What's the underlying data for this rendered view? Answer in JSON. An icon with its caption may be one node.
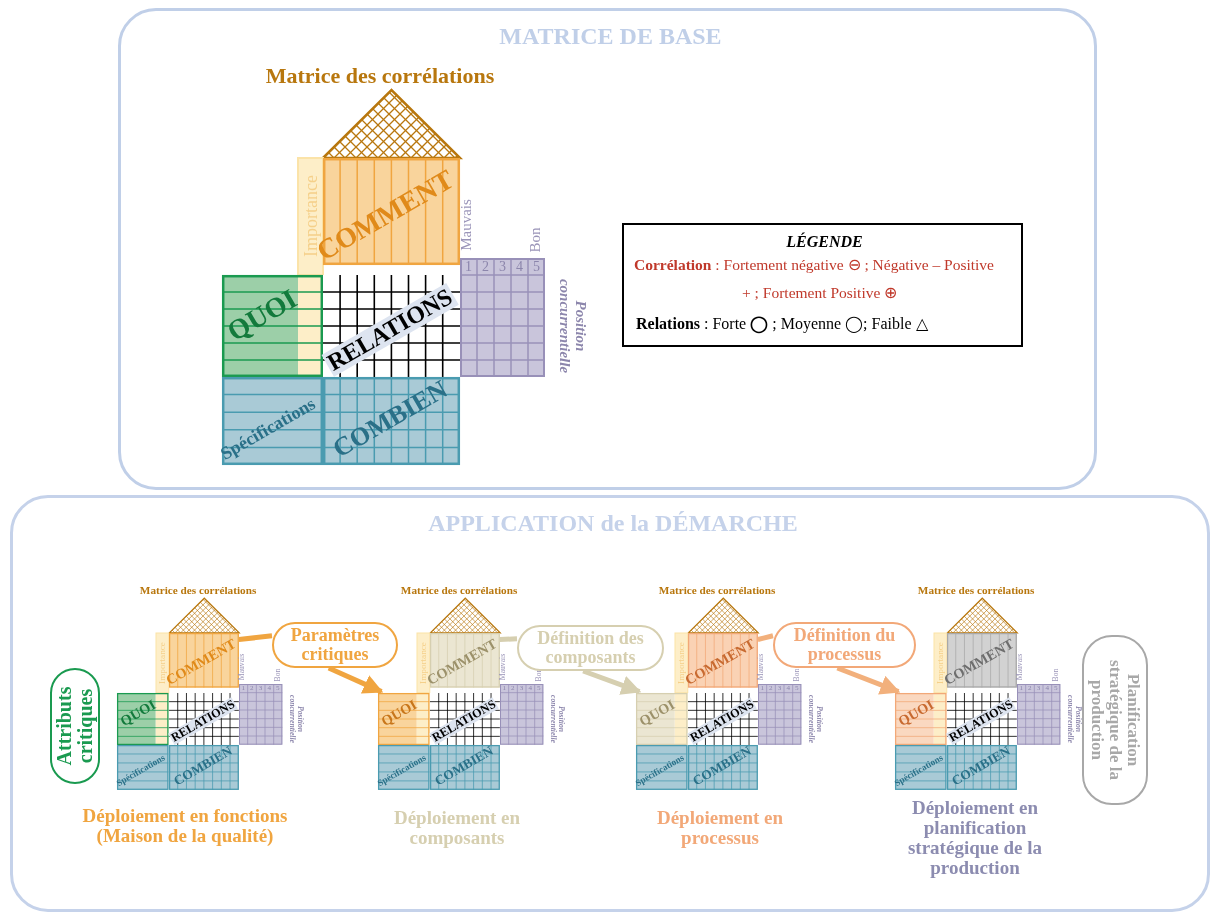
{
  "diagram": {
    "nodes": [
      {
        "text": [
          "MATRICE DE BASE"
        ]
      },
      {
        "text": [
          "Matrice des corrélations"
        ],
        "in": 0
      },
      {
        "text": [
          "Importance"
        ],
        "in": 0
      },
      {
        "text": [
          "COMMENT"
        ],
        "in": 0
      },
      {
        "text": [
          "Mauvais",
          "Bon",
          "1",
          "2",
          "3",
          "4",
          "5",
          "Position concurrentielle"
        ],
        "in": 0
      },
      {
        "text": [
          "QUOI"
        ],
        "in": 0
      },
      {
        "text": [
          "RELATIONS"
        ],
        "in": 0
      },
      {
        "text": [
          "Spécifications"
        ],
        "in": 0
      },
      {
        "text": [
          "COMBIEN"
        ],
        "in": 0
      },
      {
        "text": [
          "LÉGENDE",
          "**Corrélation** : Fortement négative ⊖ ; Négative – Positive + ; Fortement Positive ⊕",
          "**Relations** : Forte **◯** ; Moyenne ◯; Faible △"
        ],
        "in": 0
      },
      {
        "text": [
          "APPLICATION de la DÉMARCHE"
        ]
      },
      {
        "text": [
          "Matrice des corrélations"
        ],
        "in": 10
      },
      {
        "text": [
          "Importance"
        ],
        "in": 10
      },
      {
        "text": [
          "COMMENT"
        ],
        "in": 10
      },
      {
        "text": [
          "Mauvais",
          "Bon",
          "1",
          "2",
          "3",
          "4",
          "5",
          "Position concurrentielle"
        ],
        "in": 10
      },
      {
        "text": [
          "QUOI"
        ],
        "in": 10
      },
      {
        "text": [
          "RELATIONS"
        ],
        "in": 10
      },
      {
        "text": [
          "Spécifications"
        ],
        "in": 10
      },
      {
        "text": [
          "COMBIEN"
        ],
        "in": 10
      },
      {
        "text": [
          "Matrice des corrélations"
        ],
        "in": 10
      },
      {
        "text": [
          "Importance"
        ],
        "in": 10
      },
      {
        "text": [
          "COMMENT"
        ],
        "in": 10
      },
      {
        "text": [
          "Mauvais",
          "Bon",
          "1",
          "2",
          "3",
          "4",
          "5",
          "Position concurrentielle"
        ],
        "in": 10
      },
      {
        "text": [
          "QUOI"
        ],
        "in": 10
      },
      {
        "text": [
          "RELATIONS"
        ],
        "in": 10
      },
      {
        "text": [
          "Spécifications"
        ],
        "in": 10
      },
      {
        "text": [
          "COMBIEN"
        ],
        "in": 10
      },
      {
        "text": [
          "Matrice des corrélations"
        ],
        "in": 10
      },
      {
        "text": [
          "Importance"
        ],
        "in": 10
      },
      {
        "text": [
          "COMMENT"
        ],
        "in": 10
      },
      {
        "text": [
          "Mauvais",
          "Bon",
          "1",
          "2",
          "3",
          "4",
          "5",
          "Position concurrentielle"
        ],
        "in": 10
      },
      {
        "text": [
          "QUOI"
        ],
        "in": 10
      },
      {
        "text": [
          "RELATIONS"
        ],
        "in": 10
      },
      {
        "text": [
          "Spécifications"
        ],
        "in": 10
      },
      {
        "text": [
          "COMBIEN"
        ],
        "in": 10
      },
      {
        "text": [
          "Matrice des corrélations"
        ],
        "in": 10
      },
      {
        "text": [
          "Importance"
        ],
        "in": 10
      },
      {
        "text": [
          "COMMENT"
        ],
        "in": 10
      },
      {
        "text": [
          "Mauvais",
          "Bon",
          "1",
          "2",
          "3",
          "4",
          "5",
          "Position concurrentielle"
        ],
        "in": 10
      },
      {
        "text": [
          "QUOI"
        ],
        "in": 10
      },
      {
        "text": [
          "RELATIONS"
        ],
        "in": 10
      },
      {
        "text": [
          "Spécifications"
        ],
        "in": 10
      },
      {
        "text": [
          "COMBIEN"
        ],
        "in": 10
      },
      {
        "text": [
          "Attributs critiques"
        ],
        "in": 10
      },
      {
        "text": [
          "Paramètres critiques"
        ],
        "in": 10
      },
      {
        "text": [
          "Définition des composants"
        ],
        "in": 10
      },
      {
        "text": [
          "Définition du processus"
        ],
        "in": 10
      },
      {
        "text": [
          "Planification stratégique de la production"
        ],
        "in": 10
      }
    ],
    "edges": [
      {
        "from": 13,
        "to": 44,
        "arrow": "none",
        "color": "#f0a540"
      },
      {
        "from": 44,
        "to": 23,
        "arrow": "to",
        "color": "#f0a540"
      },
      {
        "from": 21,
        "to": 45,
        "arrow": "none",
        "color": "#d6cfb0"
      },
      {
        "from": 45,
        "to": 31,
        "arrow": "to",
        "color": "#d6cfb0"
      },
      {
        "from": 29,
        "to": 46,
        "arrow": "none",
        "color": "#f2b07c"
      },
      {
        "from": 46,
        "to": 39,
        "arrow": "to",
        "color": "#f2b07c"
      }
    ],
    "labels": [
      "Déploiement en fonctions (Maison de la qualité)",
      "Déploiement en composants",
      "Déploiement en processus",
      "Déploiement en planification stratégique de la production"
    ]
  }
}
